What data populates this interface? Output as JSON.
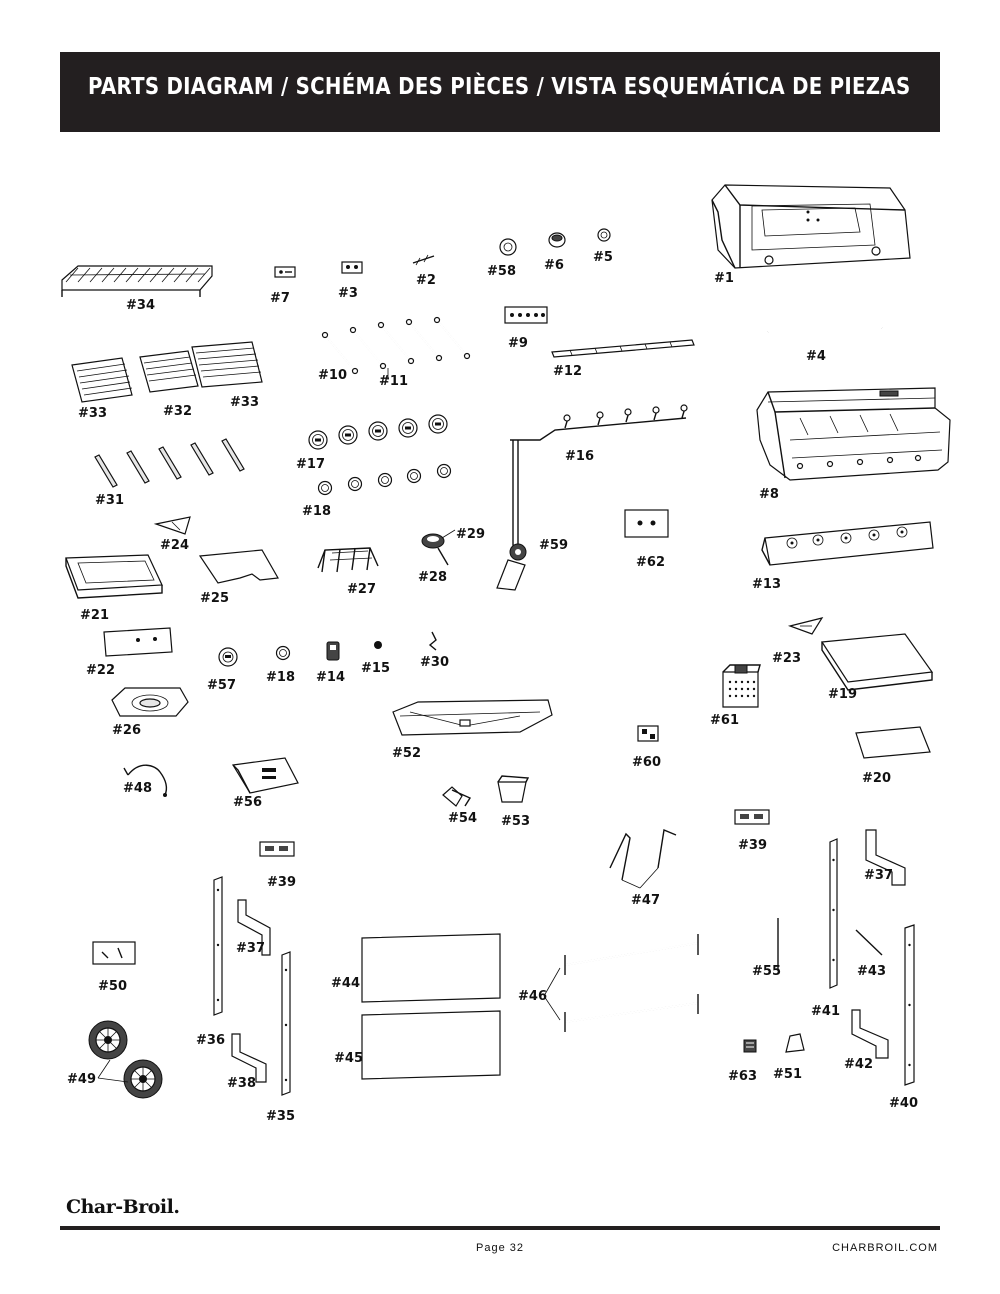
{
  "title": "PARTS DIAGRAM / SCHÉMA DES PIÈCES / VISTA ESQUEMÁTICA DE PIEZAS",
  "parts": {
    "p1": "#1",
    "p2": "#2",
    "p3": "#3",
    "p4": "#4",
    "p5": "#5",
    "p6": "#6",
    "p7": "#7",
    "p8": "#8",
    "p9": "#9",
    "p10": "#10",
    "p11": "#11",
    "p12": "#12",
    "p13": "#13",
    "p14": "#14",
    "p15": "#15",
    "p16": "#16",
    "p17": "#17",
    "p18a": "#18",
    "p18b": "#18",
    "p19": "#19",
    "p20": "#20",
    "p21": "#21",
    "p22": "#22",
    "p23": "#23",
    "p24": "#24",
    "p25": "#25",
    "p26": "#26",
    "p27": "#27",
    "p28": "#28",
    "p29": "#29",
    "p30": "#30",
    "p31": "#31",
    "p32": "#32",
    "p33a": "#33",
    "p33b": "#33",
    "p34": "#34",
    "p35": "#35",
    "p36": "#36",
    "p37a": "#37",
    "p37b": "#37",
    "p38": "#38",
    "p39a": "#39",
    "p39b": "#39",
    "p40": "#40",
    "p41": "#41",
    "p42": "#42",
    "p43": "#43",
    "p44": "#44",
    "p45": "#45",
    "p46": "#46",
    "p47": "#47",
    "p48": "#48",
    "p49": "#49",
    "p50": "#50",
    "p51": "#51",
    "p52": "#52",
    "p53": "#53",
    "p54": "#54",
    "p55": "#55",
    "p56": "#56",
    "p57": "#57",
    "p58": "#58",
    "p59": "#59",
    "p60": "#60",
    "p61": "#61",
    "p62": "#62",
    "p63": "#63"
  },
  "logo": "Char-Broil.",
  "footer": {
    "page": "Page 32",
    "website": "CHARBROIL.COM"
  }
}
